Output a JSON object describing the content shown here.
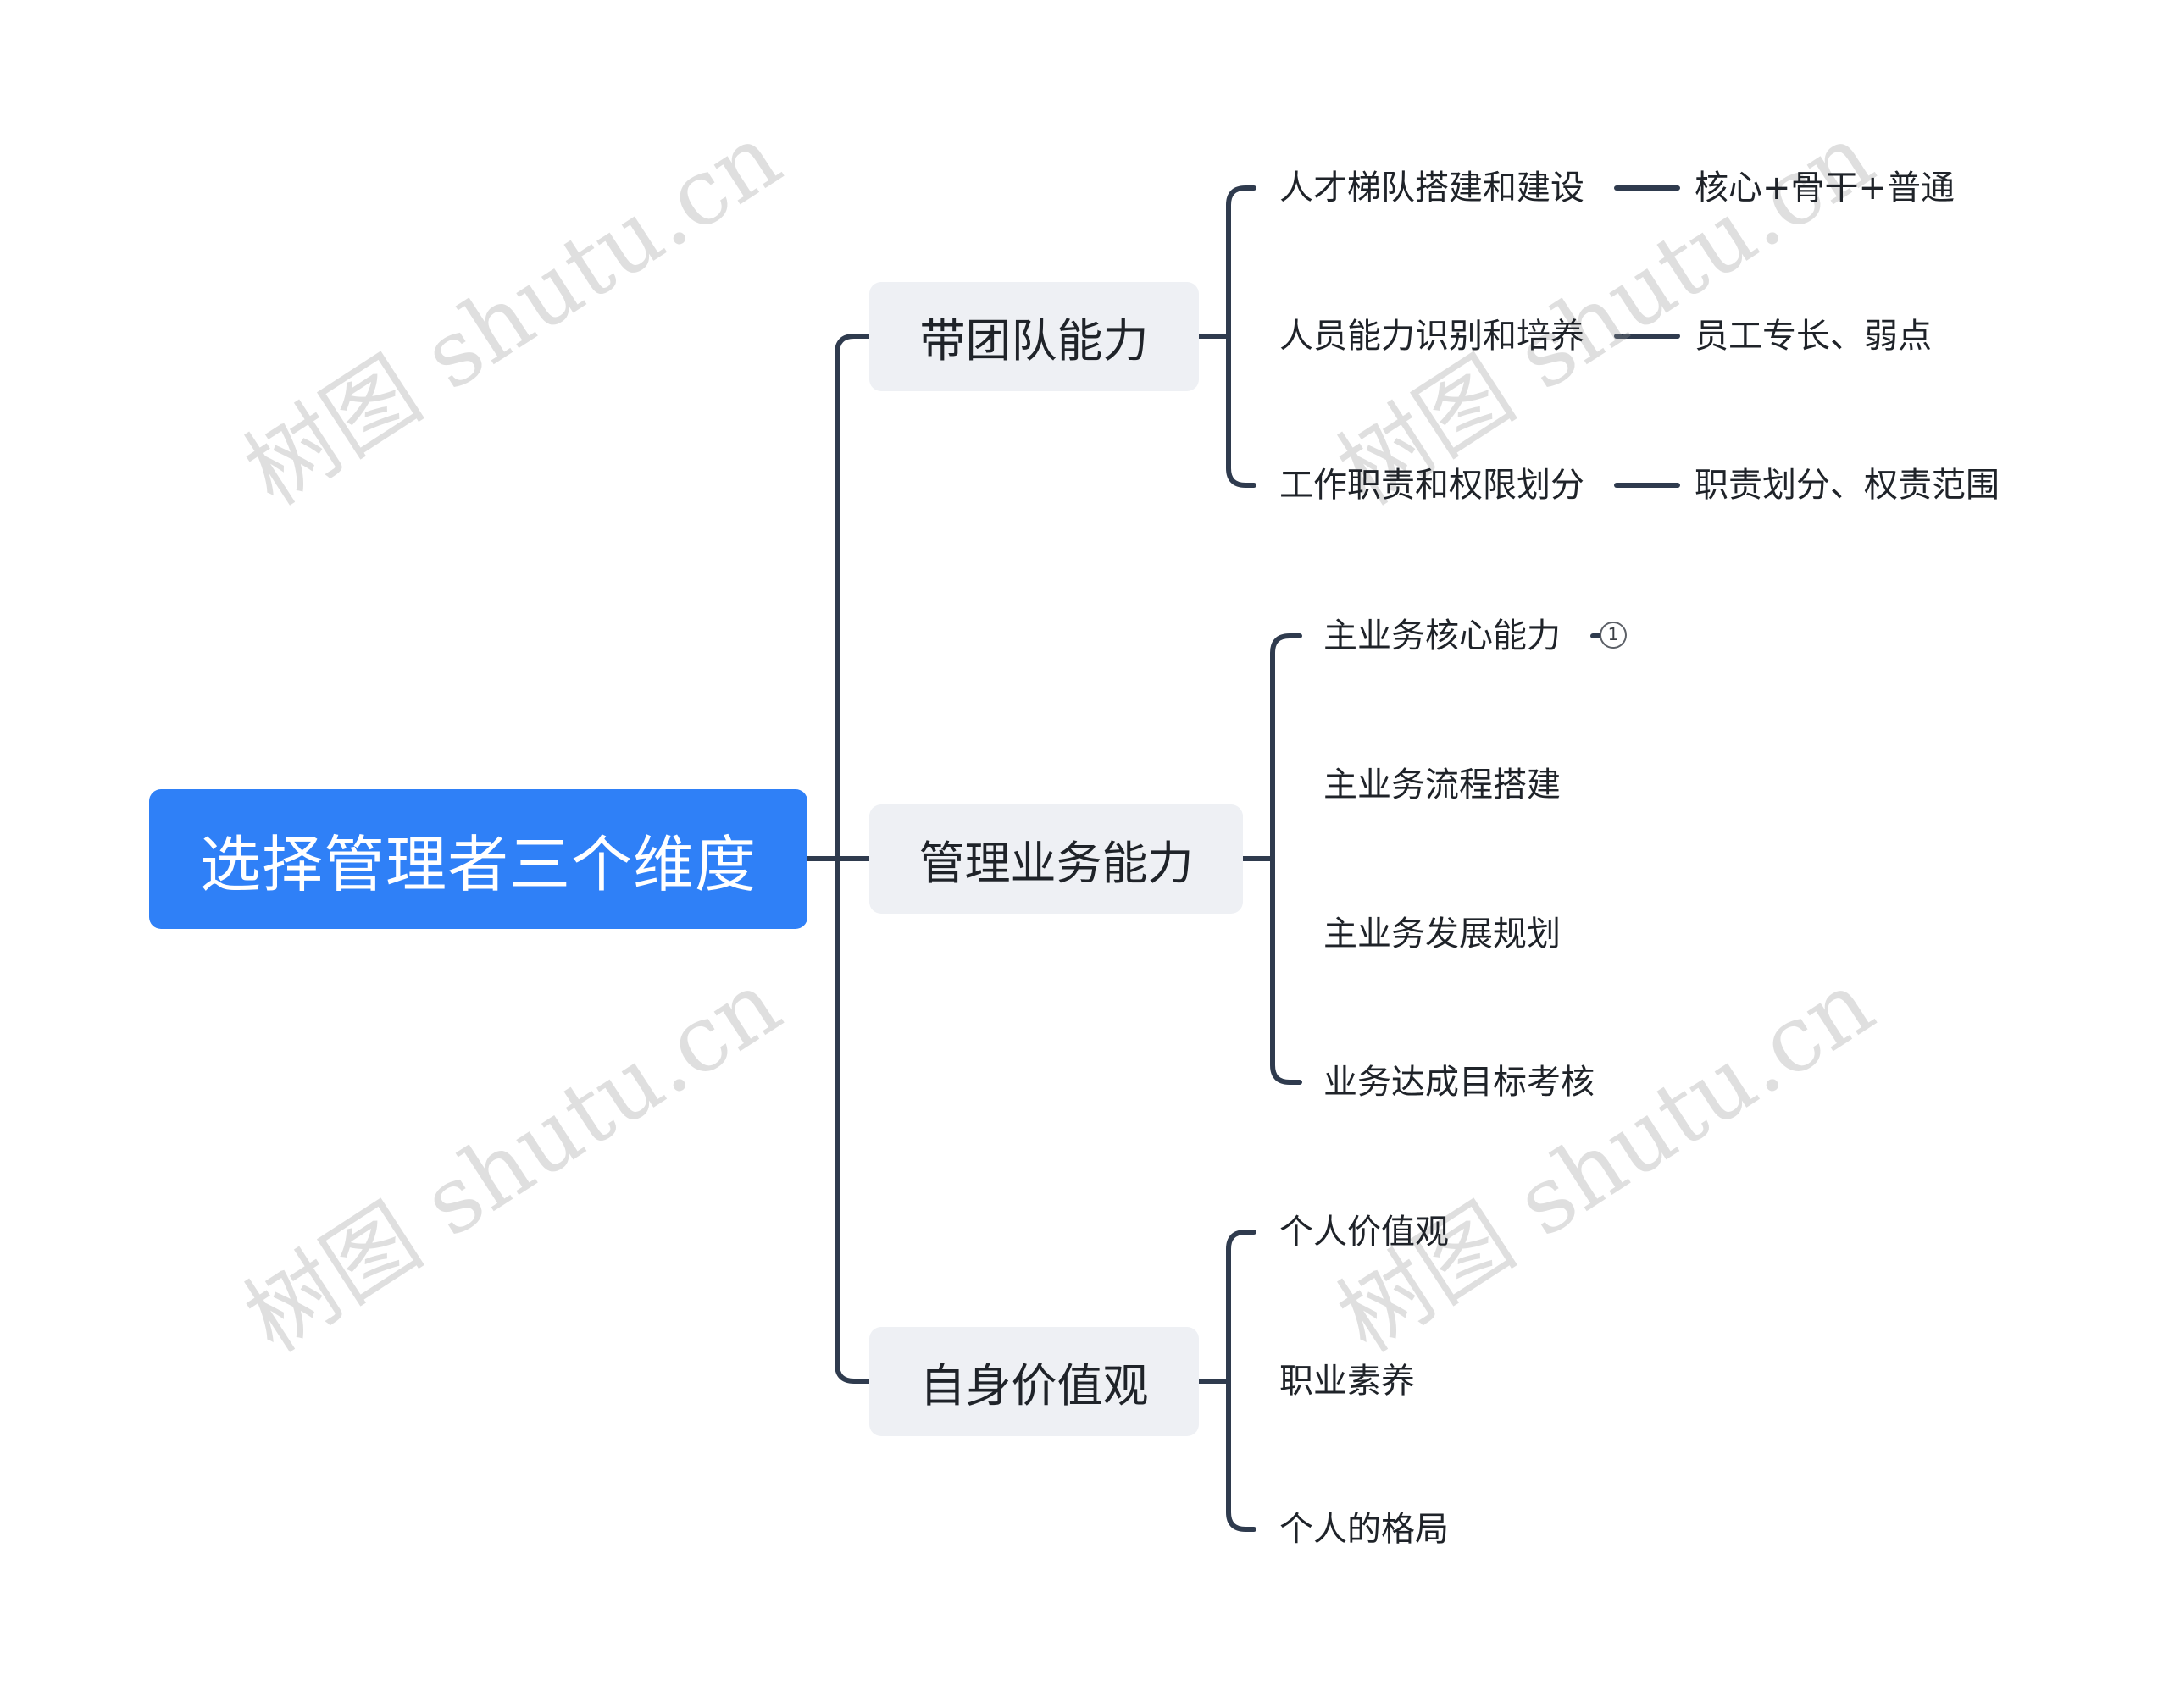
{
  "root": {
    "label": "选择管理者三个维度"
  },
  "branches": [
    {
      "label": "带团队能力",
      "children": [
        {
          "label": "人才梯队搭建和建设",
          "detail": "核心+骨干+普通"
        },
        {
          "label": "人员能力识别和培养",
          "detail": "员工专长、弱点"
        },
        {
          "label": "工作职责和权限划分",
          "detail": "职责划分、权责范围"
        }
      ]
    },
    {
      "label": "管理业务能力",
      "children": [
        {
          "label": "主业务核心能力",
          "badge": "1"
        },
        {
          "label": "主业务流程搭建"
        },
        {
          "label": "主业务发展规划"
        },
        {
          "label": "业务达成目标考核"
        }
      ]
    },
    {
      "label": "自身价值观",
      "children": [
        {
          "label": "个人价值观"
        },
        {
          "label": "职业素养"
        },
        {
          "label": "个人的格局"
        }
      ]
    }
  ],
  "watermark": "树图 shutu.cn",
  "colors": {
    "root": "#2f80f7",
    "branch_bg": "#eef0f4",
    "line": "#2f3b4e",
    "text": "#1f2329"
  }
}
